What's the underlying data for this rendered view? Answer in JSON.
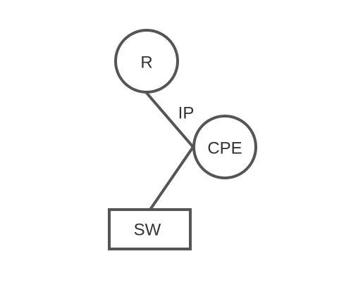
{
  "diagram": {
    "nodes": {
      "router": {
        "label": "R",
        "shape": "circle"
      },
      "cpe": {
        "label": "CPE",
        "shape": "circle"
      },
      "switch": {
        "label": "SW",
        "shape": "rectangle"
      }
    },
    "edges": [
      {
        "from": "router",
        "to": "cpe",
        "label": "IP"
      },
      {
        "from": "cpe",
        "to": "switch",
        "label": ""
      }
    ],
    "colors": {
      "stroke": "#555555",
      "text": "#333333",
      "background": "#ffffff"
    }
  }
}
